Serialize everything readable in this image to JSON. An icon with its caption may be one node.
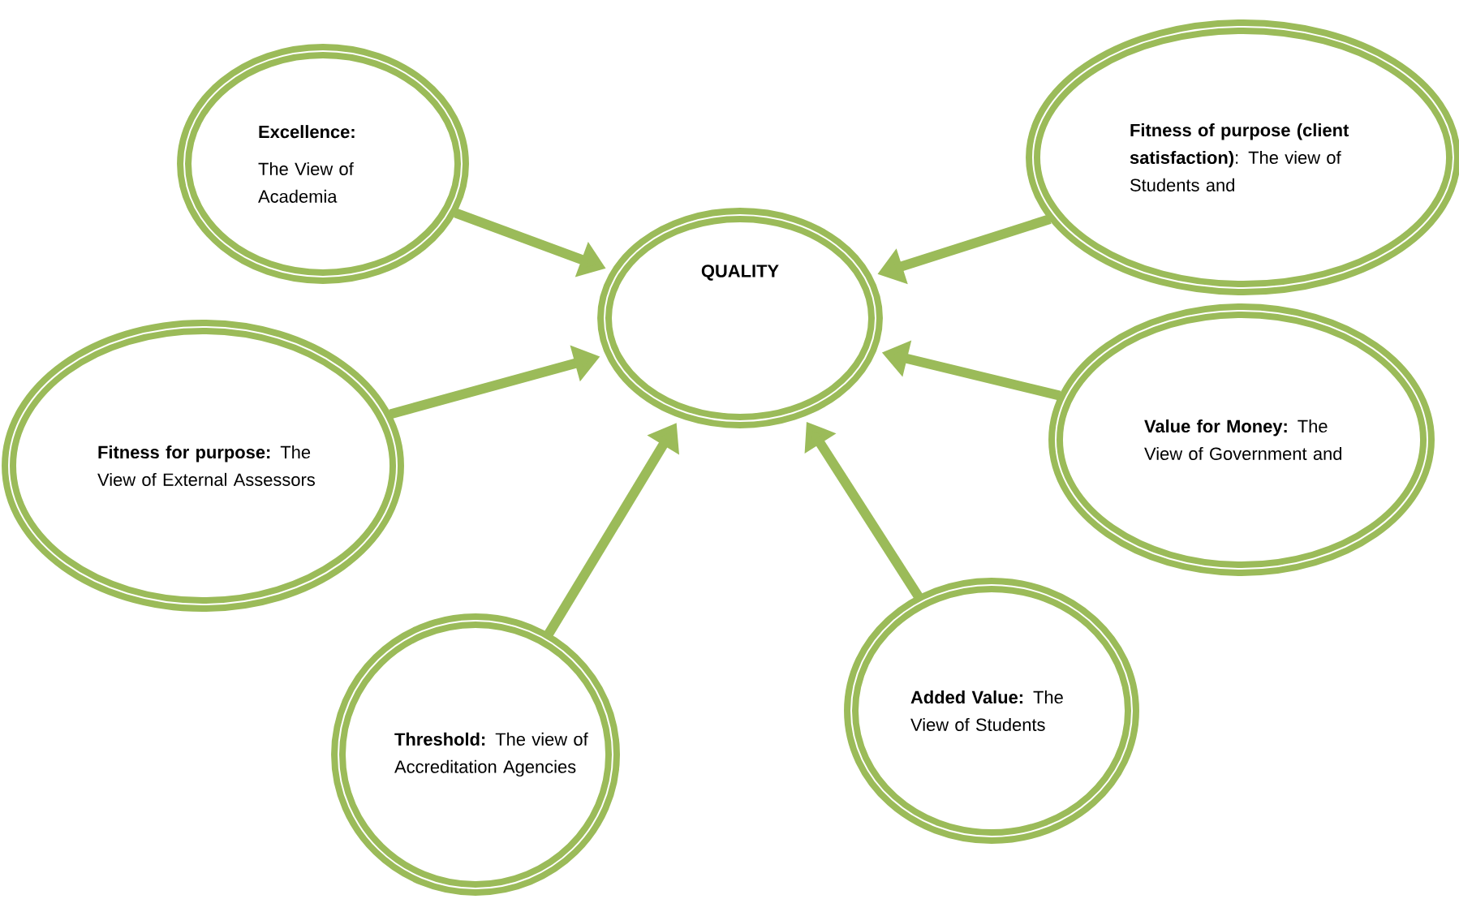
{
  "diagram": {
    "nodes": [
      {
        "text": [
          "QUALITY"
        ]
      },
      {
        "text": [
          "Excellence:",
          "The View of Academia"
        ]
      },
      {
        "text": [
          "**Fitness of purpose (client satisfaction)**: The view of Students and"
        ]
      },
      {
        "text": [
          "**Fitness for purpose:** The View of External Assessors"
        ]
      },
      {
        "text": [
          "**Value for Money:** The View of Government and"
        ]
      },
      {
        "text": [
          "**Threshold:** The view of Accreditation Agencies"
        ]
      },
      {
        "text": [
          "**Added Value:** The View of Students"
        ]
      }
    ],
    "edges": [
      {
        "from": 1,
        "to": 0,
        "arrow": "to"
      },
      {
        "from": 2,
        "to": 0,
        "arrow": "to"
      },
      {
        "from": 3,
        "to": 0,
        "arrow": "to"
      },
      {
        "from": 4,
        "to": 0,
        "arrow": "to"
      },
      {
        "from": 5,
        "to": 0,
        "arrow": "to"
      },
      {
        "from": 6,
        "to": 0,
        "arrow": "to"
      }
    ]
  }
}
